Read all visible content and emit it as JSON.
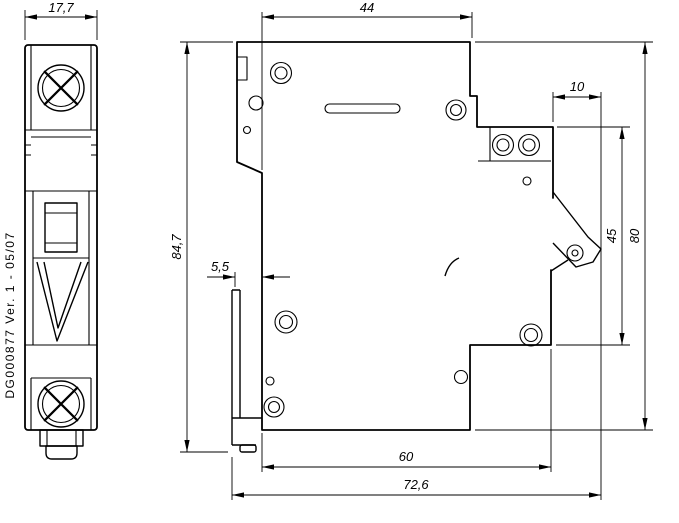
{
  "part_label": "DG000877 Ver. 1 - 05/07",
  "dimensions": {
    "front_width": "17,7",
    "top_depth": "44",
    "latch_protrusion": "10",
    "overall_height": "84,7",
    "clip_protrusion": "5,5",
    "face_height": "45",
    "body_height": "80",
    "body_depth": "60",
    "overall_depth": "72,6"
  },
  "colors": {
    "line": "#000000",
    "background": "#ffffff"
  }
}
